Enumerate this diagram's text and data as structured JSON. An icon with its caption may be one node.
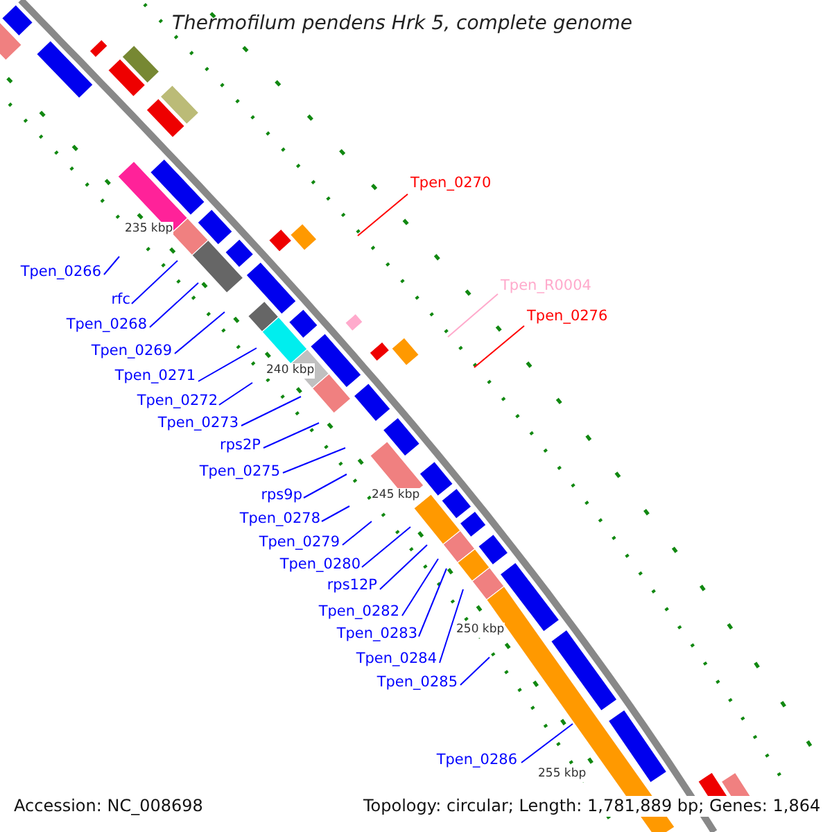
{
  "diagram": {
    "title": "Thermofilum pendens Hrk 5, complete genome",
    "nodes": [
      {
        "text": [
          "Tpen_0270"
        ]
      },
      {
        "text": [
          "Tpen_R0004"
        ]
      },
      {
        "text": [
          "Tpen_0276"
        ]
      },
      {
        "text": [
          "Tpen_0266"
        ]
      },
      {
        "text": [
          "rfc"
        ]
      },
      {
        "text": [
          "Tpen_0268"
        ]
      },
      {
        "text": [
          "Tpen_0269"
        ]
      },
      {
        "text": [
          "Tpen_0271"
        ]
      },
      {
        "text": [
          "Tpen_0272"
        ]
      },
      {
        "text": [
          "Tpen_0273"
        ]
      },
      {
        "text": [
          "rps2P"
        ]
      },
      {
        "text": [
          "Tpen_0275"
        ]
      },
      {
        "text": [
          "rps9p"
        ]
      },
      {
        "text": [
          "Tpen_0278"
        ]
      },
      {
        "text": [
          "Tpen_0279"
        ]
      },
      {
        "text": [
          "Tpen_0280"
        ]
      },
      {
        "text": [
          "rps12P"
        ]
      },
      {
        "text": [
          "Tpen_0282"
        ]
      },
      {
        "text": [
          "Tpen_0283"
        ]
      },
      {
        "text": [
          "Tpen_0284"
        ]
      },
      {
        "text": [
          "Tpen_0285"
        ]
      },
      {
        "text": [
          "Tpen_0286"
        ]
      }
    ],
    "edges": [
      {
        "from": 0,
        "to": null,
        "arrow": "none",
        "color": "#ff0000"
      },
      {
        "from": 1,
        "to": null,
        "arrow": "none",
        "color": "#ffaacc"
      },
      {
        "from": 2,
        "to": null,
        "arrow": "none",
        "color": "#ff0000"
      },
      {
        "from": 3,
        "to": null,
        "arrow": "none"
      },
      {
        "from": 4,
        "to": null,
        "arrow": "none"
      },
      {
        "from": 5,
        "to": null,
        "arrow": "none"
      },
      {
        "from": 6,
        "to": null,
        "arrow": "none"
      },
      {
        "from": 7,
        "to": null,
        "arrow": "none"
      },
      {
        "from": 8,
        "to": null,
        "arrow": "none"
      },
      {
        "from": 9,
        "to": null,
        "arrow": "none"
      },
      {
        "from": 10,
        "to": null,
        "arrow": "none"
      },
      {
        "from": 11,
        "to": null,
        "arrow": "none"
      },
      {
        "from": 12,
        "to": null,
        "arrow": "none"
      },
      {
        "from": 13,
        "to": null,
        "arrow": "none"
      },
      {
        "from": 14,
        "to": null,
        "arrow": "none"
      },
      {
        "from": 15,
        "to": null,
        "arrow": "none"
      },
      {
        "from": 16,
        "to": null,
        "arrow": "none"
      },
      {
        "from": 17,
        "to": null,
        "arrow": "none"
      },
      {
        "from": 18,
        "to": null,
        "arrow": "none"
      },
      {
        "from": 19,
        "to": null,
        "arrow": "none"
      },
      {
        "from": 20,
        "to": null,
        "arrow": "none"
      },
      {
        "from": 21,
        "to": null,
        "arrow": "none"
      }
    ],
    "labels": [
      "235 kbp",
      "240 kbp",
      "245 kbp",
      "250 kbp",
      "255 kbp",
      "Accession: NC_008698",
      "Topology: circular; Length: 1,781,889 bp; Genes: 1,864"
    ]
  }
}
